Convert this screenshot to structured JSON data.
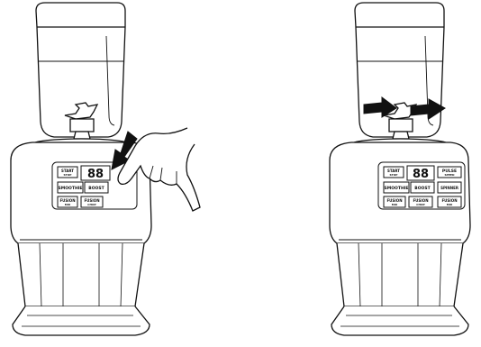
{
  "figures": [
    {
      "id": "left",
      "display_digits": "88",
      "buttons": {
        "start": "START",
        "start_sub": "STOP",
        "smoothie": "SMOOTHIE",
        "boost": "BOOST",
        "fusion_1": "FUSION",
        "fusion_1_sub": "MIX",
        "fusion_2": "FUSION",
        "fusion_2_sub": "CHOP"
      }
    },
    {
      "id": "right",
      "display_digits": "88",
      "buttons": {
        "start": "START",
        "start_sub": "STOP",
        "pulse": "PULSE",
        "pulse_sub": "SPEED",
        "smoothie": "SMOOTHIE",
        "boost": "BOOST",
        "spinner": "SPINNER",
        "fusion_1": "FUSION",
        "fusion_1_sub": "MIX",
        "fusion_2": "FUSION",
        "fusion_2_sub": "CHOP",
        "fusion_3": "FUSION",
        "fusion_3_sub": "MIX"
      }
    }
  ],
  "colors": {
    "line": "#111111",
    "fill": "#ffffff",
    "arrow": "#111111"
  }
}
